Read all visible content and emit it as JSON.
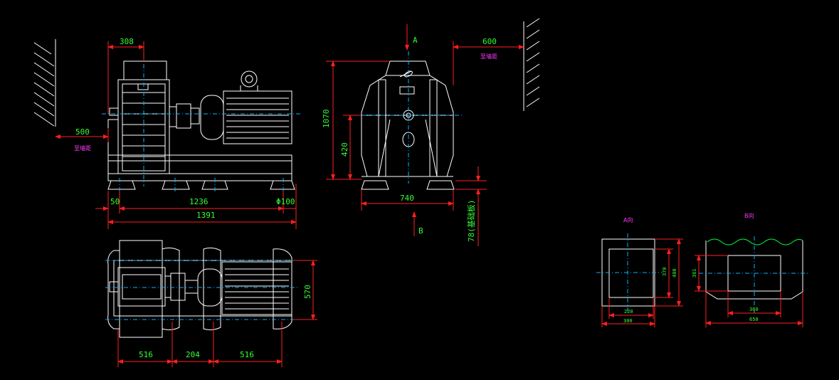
{
  "drawing": {
    "background": "#000000",
    "colors": {
      "outline": "#ffffff",
      "dimension_line": "#ff2020",
      "dimension_text": "#34ff34",
      "centerline": "#00b4ff",
      "note_text": "#ff3cff"
    }
  },
  "side_view": {
    "dim_308": "308",
    "dim_500": "500",
    "note_500": "至墙距",
    "dim_50": "50",
    "dim_1236": "1236",
    "dim_phi100": "Φ100",
    "dim_1391": "1391"
  },
  "end_view": {
    "label_a": "A",
    "label_b": "B",
    "dim_600": "600",
    "note_600": "至墙距",
    "dim_1070": "1070",
    "dim_420": "420",
    "dim_740": "740",
    "dim_78": "78(基础板)"
  },
  "top_view": {
    "dim_570": "570",
    "dim_516_left": "516",
    "dim_204": "204",
    "dim_516_right": "516"
  },
  "port_a": {
    "title": "A向",
    "dim_220": "220",
    "dim_300": "300",
    "dim_370": "370",
    "dim_400": "400"
  },
  "port_b": {
    "title": "B向",
    "dim_361": "361",
    "dim_360": "360",
    "dim_650": "650"
  }
}
